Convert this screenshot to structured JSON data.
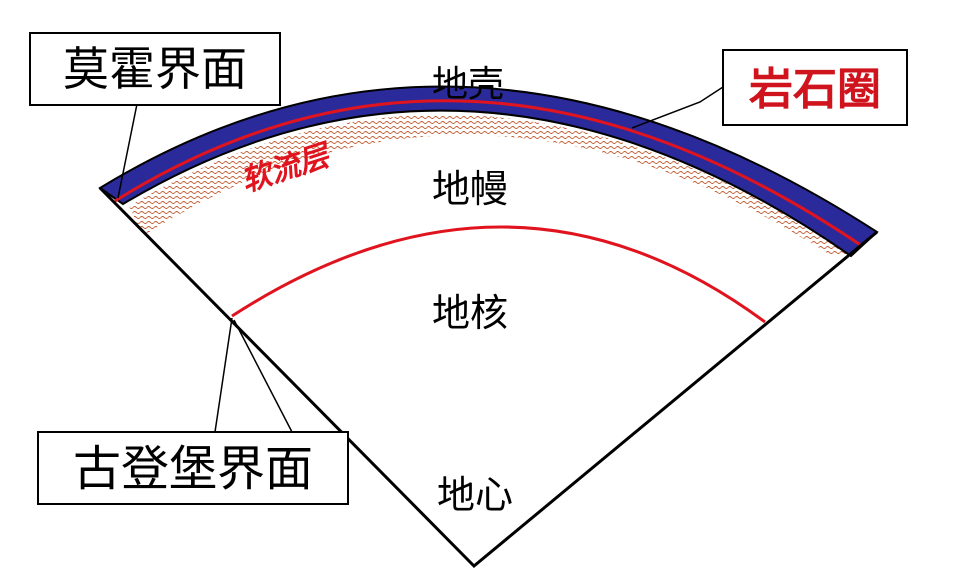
{
  "labels": {
    "crust": "地壳",
    "mantle": "地幔",
    "core": "地核",
    "center": "地心",
    "asthenosphere": "软流层",
    "moho": "莫霍界面",
    "lithosphere": "岩石圈",
    "gutenberg": "古登堡界面"
  },
  "colors": {
    "crust_band": "#2b2a9a",
    "boundary_line": "#e0141e",
    "asthenosphere_text": "#e0141e",
    "asthenosphere_texture": "#c0552a",
    "lithosphere_text": "#d0141e",
    "outline": "#000000",
    "background": "#ffffff"
  }
}
